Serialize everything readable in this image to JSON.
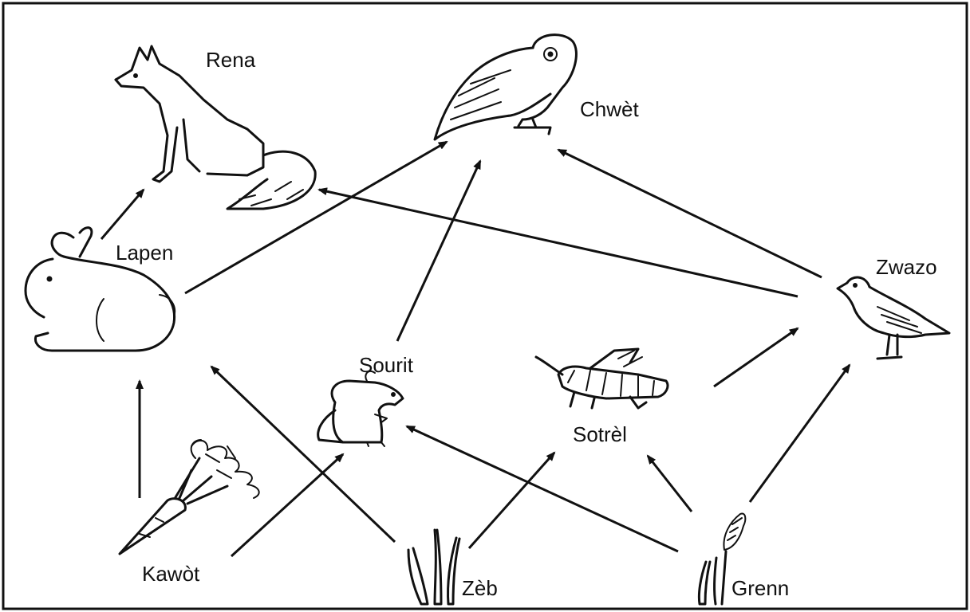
{
  "diagram": {
    "nodes": [
      {
        "id": "rena",
        "label": "Rena",
        "icon": "fox-icon"
      },
      {
        "id": "chwet",
        "label": "Chwèt",
        "icon": "owl-icon"
      },
      {
        "id": "lapen",
        "label": "Lapen",
        "icon": "rabbit-icon"
      },
      {
        "id": "zwazo",
        "label": "Zwazo",
        "icon": "bird-icon"
      },
      {
        "id": "sourit",
        "label": "Sourit",
        "icon": "mouse-icon"
      },
      {
        "id": "sotrel",
        "label": "Sotrèl",
        "icon": "grasshopper-icon"
      },
      {
        "id": "kawot",
        "label": "Kawòt",
        "icon": "carrot-icon"
      },
      {
        "id": "zeb",
        "label": "Zèb",
        "icon": "grass-icon"
      },
      {
        "id": "grenn",
        "label": "Grenn",
        "icon": "grain-icon"
      }
    ],
    "edges": [
      {
        "from": "lapen",
        "to": "rena"
      },
      {
        "from": "lapen",
        "to": "chwet"
      },
      {
        "from": "zwazo",
        "to": "rena"
      },
      {
        "from": "zwazo",
        "to": "chwet"
      },
      {
        "from": "sourit",
        "to": "chwet"
      },
      {
        "from": "kawot",
        "to": "lapen"
      },
      {
        "from": "kawot",
        "to": "sourit"
      },
      {
        "from": "zeb",
        "to": "lapen"
      },
      {
        "from": "zeb",
        "to": "sotrel"
      },
      {
        "from": "grenn",
        "to": "sourit"
      },
      {
        "from": "grenn",
        "to": "sotrel"
      },
      {
        "from": "grenn",
        "to": "zwazo"
      },
      {
        "from": "sotrel",
        "to": "zwazo"
      }
    ]
  }
}
